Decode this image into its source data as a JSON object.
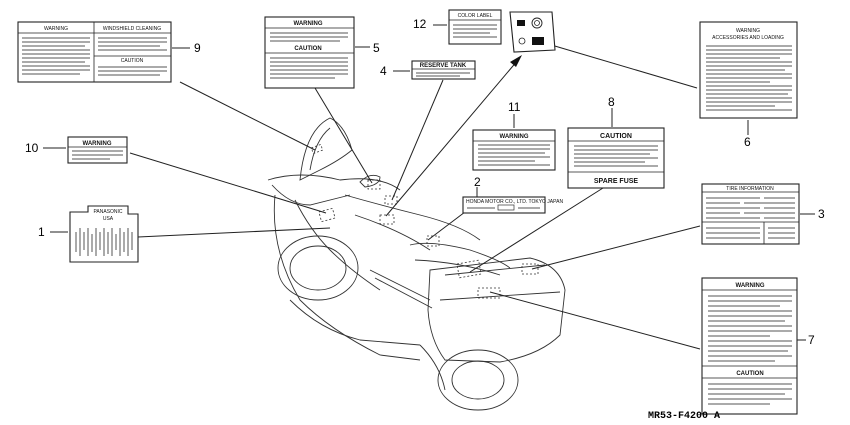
{
  "diagram": {
    "code": "MR53-F4200 A",
    "labels": [
      {
        "num": "1",
        "texts": [
          "PANASONIC",
          "USA"
        ]
      },
      {
        "num": "2",
        "texts": [
          "HONDA MOTOR CO., LTD. TOKYO JAPAN"
        ]
      },
      {
        "num": "3",
        "texts": [
          "TIRE INFORMATION"
        ]
      },
      {
        "num": "4",
        "texts": [
          "RESERVE TANK"
        ]
      },
      {
        "num": "5",
        "texts": [
          "WARNING",
          "CAUTION"
        ]
      },
      {
        "num": "6",
        "texts": [
          "WARNING",
          "ACCESSORIES AND LOADING"
        ]
      },
      {
        "num": "7",
        "texts": [
          "WARNING",
          "CAUTION"
        ]
      },
      {
        "num": "8",
        "texts": [
          "CAUTION",
          "SPARE FUSE"
        ]
      },
      {
        "num": "9",
        "texts": [
          "WARNING",
          "WINDSHIELD CLEANING",
          "CAUTION"
        ]
      },
      {
        "num": "10",
        "texts": [
          "WARNING"
        ]
      },
      {
        "num": "11",
        "texts": [
          "WARNING"
        ]
      },
      {
        "num": "12",
        "texts": [
          "COLOR LABEL"
        ]
      }
    ]
  }
}
